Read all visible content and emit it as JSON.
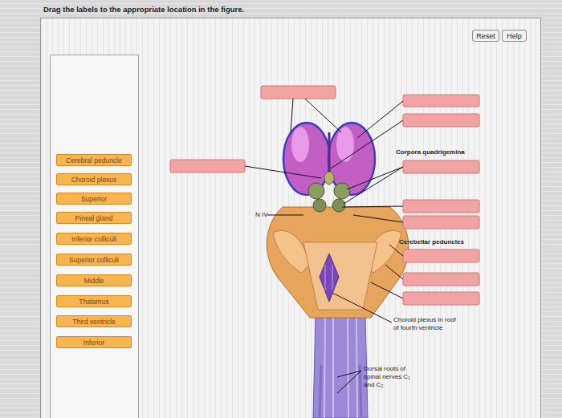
{
  "diagram": {
    "title": "Drag the labels to the appropriate location in the figure.",
    "nodes": [
      {
        "text": [
          "Reset"
        ]
      },
      {
        "text": [
          "Help"
        ]
      },
      {
        "text": [
          "Cerebral peduncle"
        ]
      },
      {
        "text": [
          "Choroid plexus"
        ]
      },
      {
        "text": [
          "Superior"
        ]
      },
      {
        "text": [
          "Pineal gland"
        ]
      },
      {
        "text": [
          "Inferior colliculi"
        ]
      },
      {
        "text": [
          "Superior colliculi"
        ]
      },
      {
        "text": [
          "Middle"
        ]
      },
      {
        "text": [
          "Thalamus"
        ]
      },
      {
        "text": [
          "Third ventricle"
        ]
      },
      {
        "text": [
          "Inferior"
        ]
      }
    ],
    "labels": [
      "Corpora quadrigemina",
      "N IV",
      "Cerebellar peduncles",
      "Choroid plexus in roof of fourth ventricle",
      "Dorsal roots of spinal nerves C₁ and C₂"
    ]
  }
}
